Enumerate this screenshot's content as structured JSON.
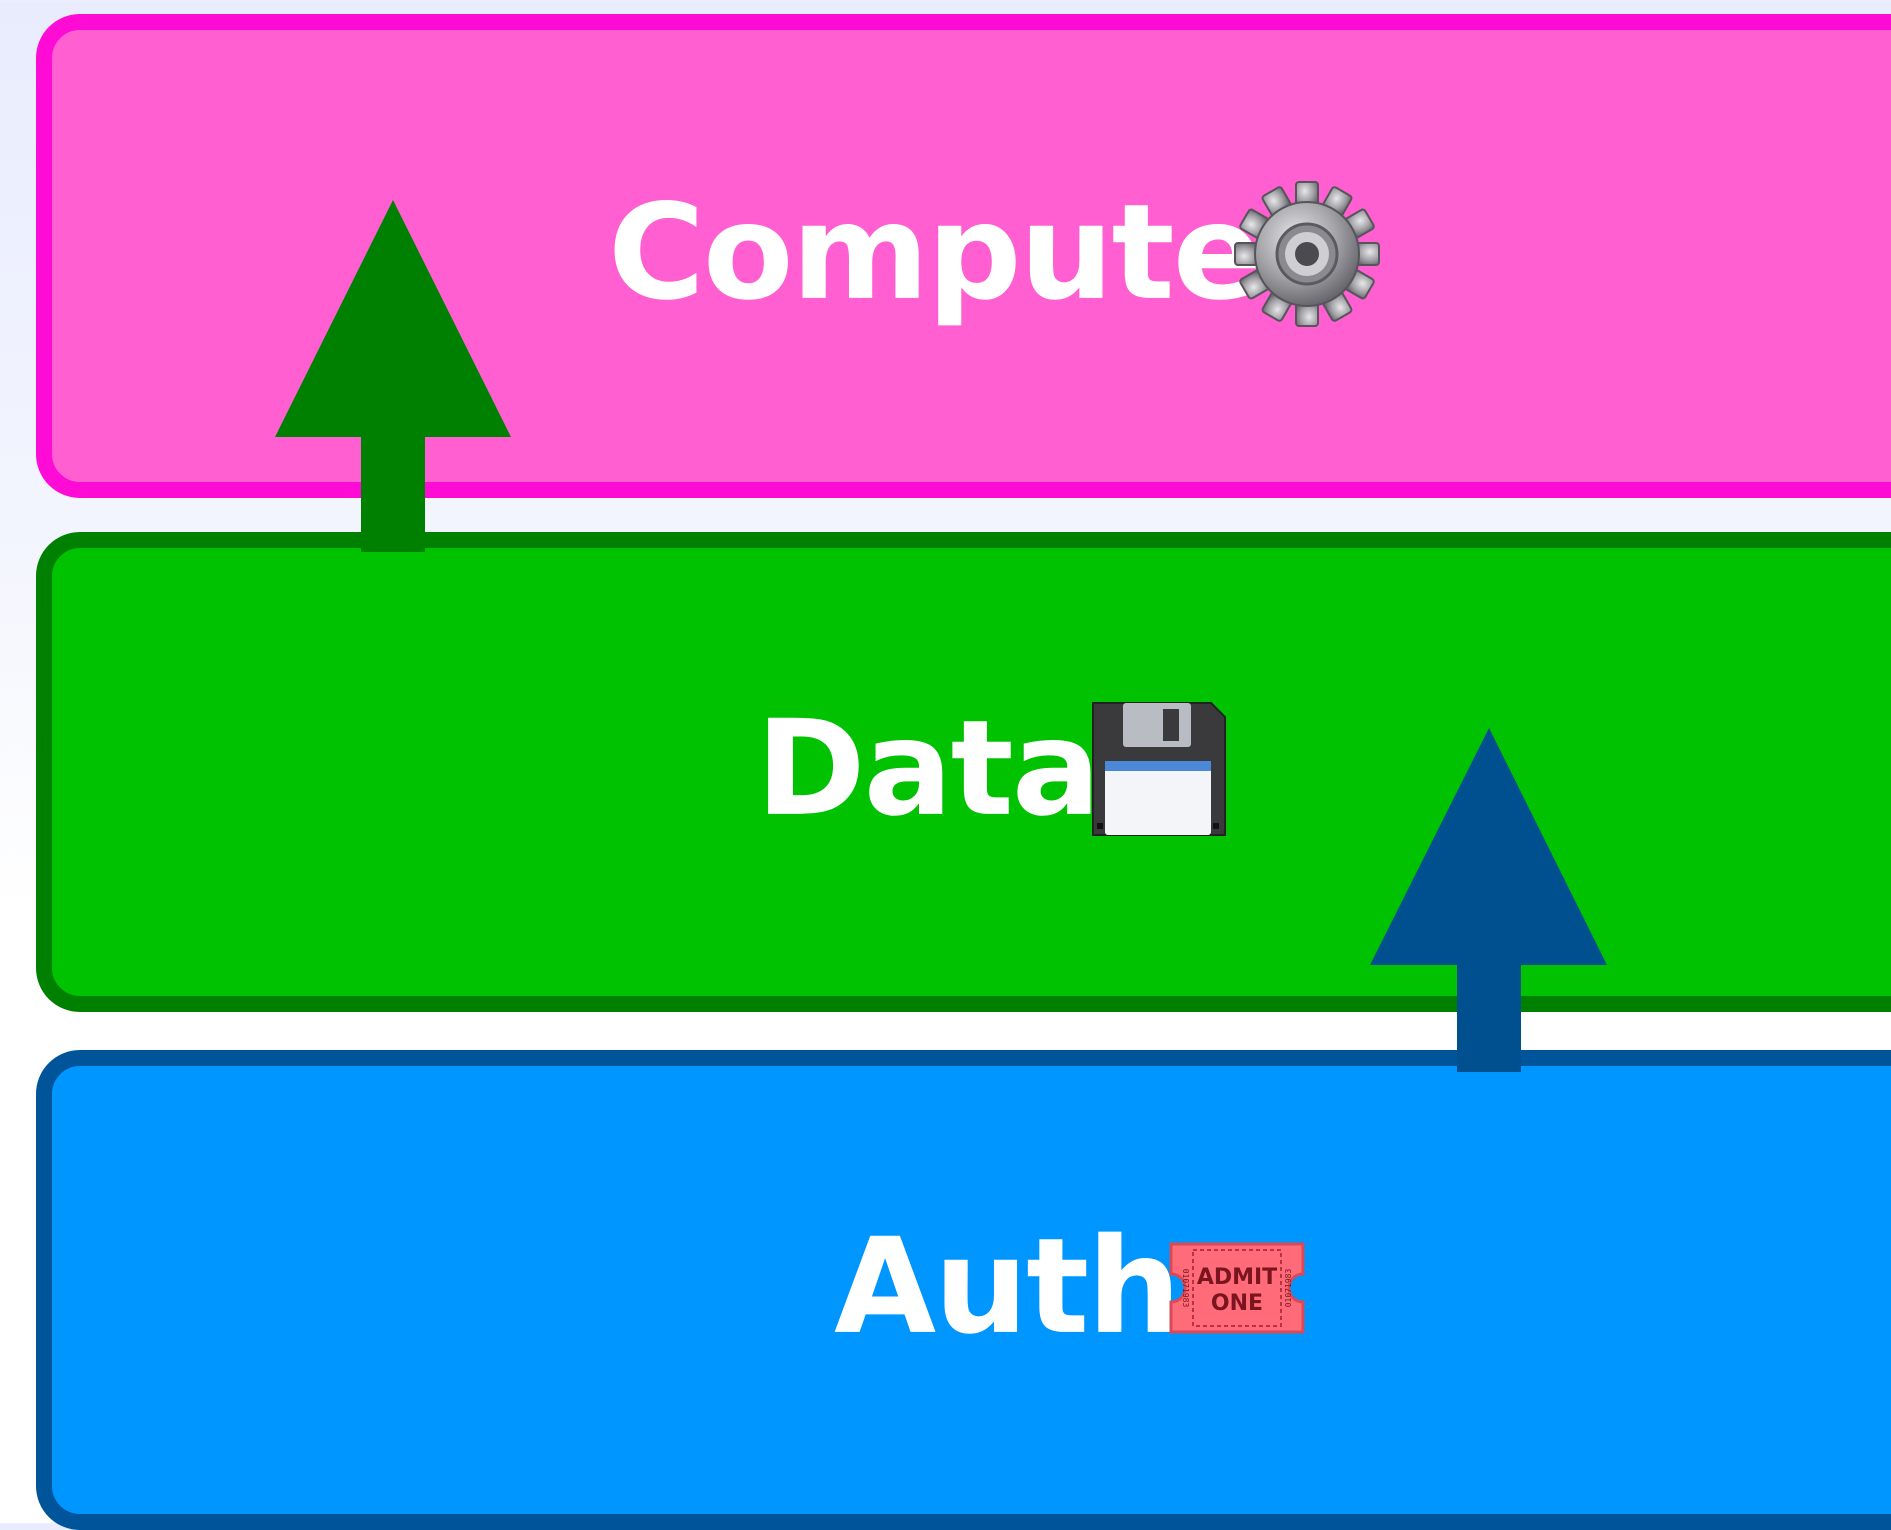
{
  "layers": [
    {
      "id": "compute",
      "label": "Compute",
      "icon": "gear-icon",
      "fill": "#ff5fd1",
      "border": "#ff0bd6"
    },
    {
      "id": "data",
      "label": "Data",
      "icon": "floppy-disk-icon",
      "fill": "#00c200",
      "border": "#008000"
    },
    {
      "id": "auth",
      "label": "Auth",
      "icon": "admit-one-ticket-icon",
      "fill": "#0096ff",
      "border": "#00559a"
    }
  ],
  "icons": {
    "ticket_line1": "ADMIT",
    "ticket_line2": "ONE",
    "ticket_serial": "01071983"
  },
  "arrows": [
    {
      "from": "data",
      "to": "compute",
      "color": "#008000"
    },
    {
      "from": "auth",
      "to": "data",
      "color": "#004f8f"
    }
  ]
}
